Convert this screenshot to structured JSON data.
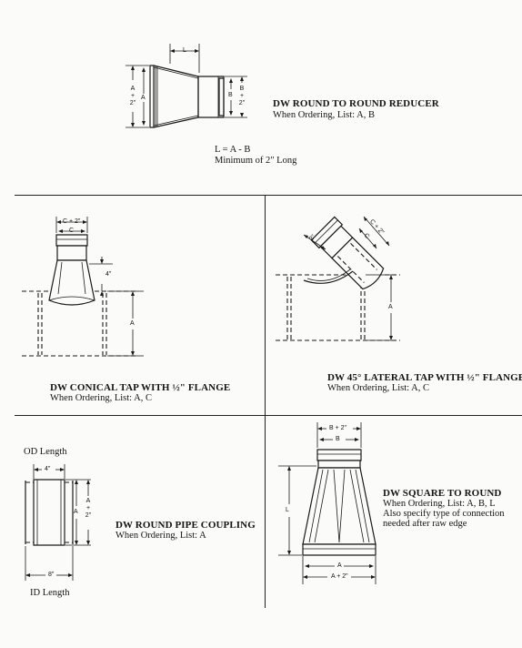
{
  "reducer": {
    "title": "DW ROUND TO ROUND REDUCER",
    "ordering": "When Ordering, List: A, B",
    "formula": "L = A - B",
    "minimum": "Minimum of 2\" Long",
    "dims": {
      "l": "L",
      "a": "A",
      "a_plus2": [
        "A",
        "+",
        "2\""
      ],
      "b": "B",
      "b_plus2": [
        "B",
        "+",
        "2\""
      ]
    }
  },
  "conical_tap": {
    "title": "DW CONICAL TAP WITH ½\" FLANGE",
    "ordering": "When Ordering, List: A, C",
    "dims": {
      "c_plus2": "C + 2\"",
      "c": "C",
      "four": "4\"",
      "a": "A"
    }
  },
  "lateral_tap": {
    "title": "DW 45° LATERAL TAP WITH ½\" FLANGE",
    "ordering": "When Ordering, List: A, C",
    "dims": {
      "two": "2\"",
      "c_plus2": "C + 2\"",
      "c": "C",
      "a": "A"
    }
  },
  "coupling": {
    "title": "DW ROUND PIPE COUPLING",
    "ordering": "When Ordering, List: A",
    "od_length": "OD Length",
    "id_length": "ID Length",
    "dims": {
      "four": "4\"",
      "eight": "8\"",
      "a": "A",
      "a_plus2": [
        "A",
        "+",
        "2\""
      ]
    }
  },
  "square_to_round": {
    "title": "DW SQUARE TO ROUND",
    "ordering": "When Ordering, List:  A, B, L",
    "note_line1": "Also specify type of connection",
    "note_line2": "needed after raw edge",
    "dims": {
      "b_plus2": "B + 2\"",
      "b": "B",
      "l": "L",
      "a": "A",
      "a_plus2": "A + 2\""
    }
  },
  "colors": {
    "ink": "#1a1a1a",
    "paper": "#fbfbf9"
  }
}
